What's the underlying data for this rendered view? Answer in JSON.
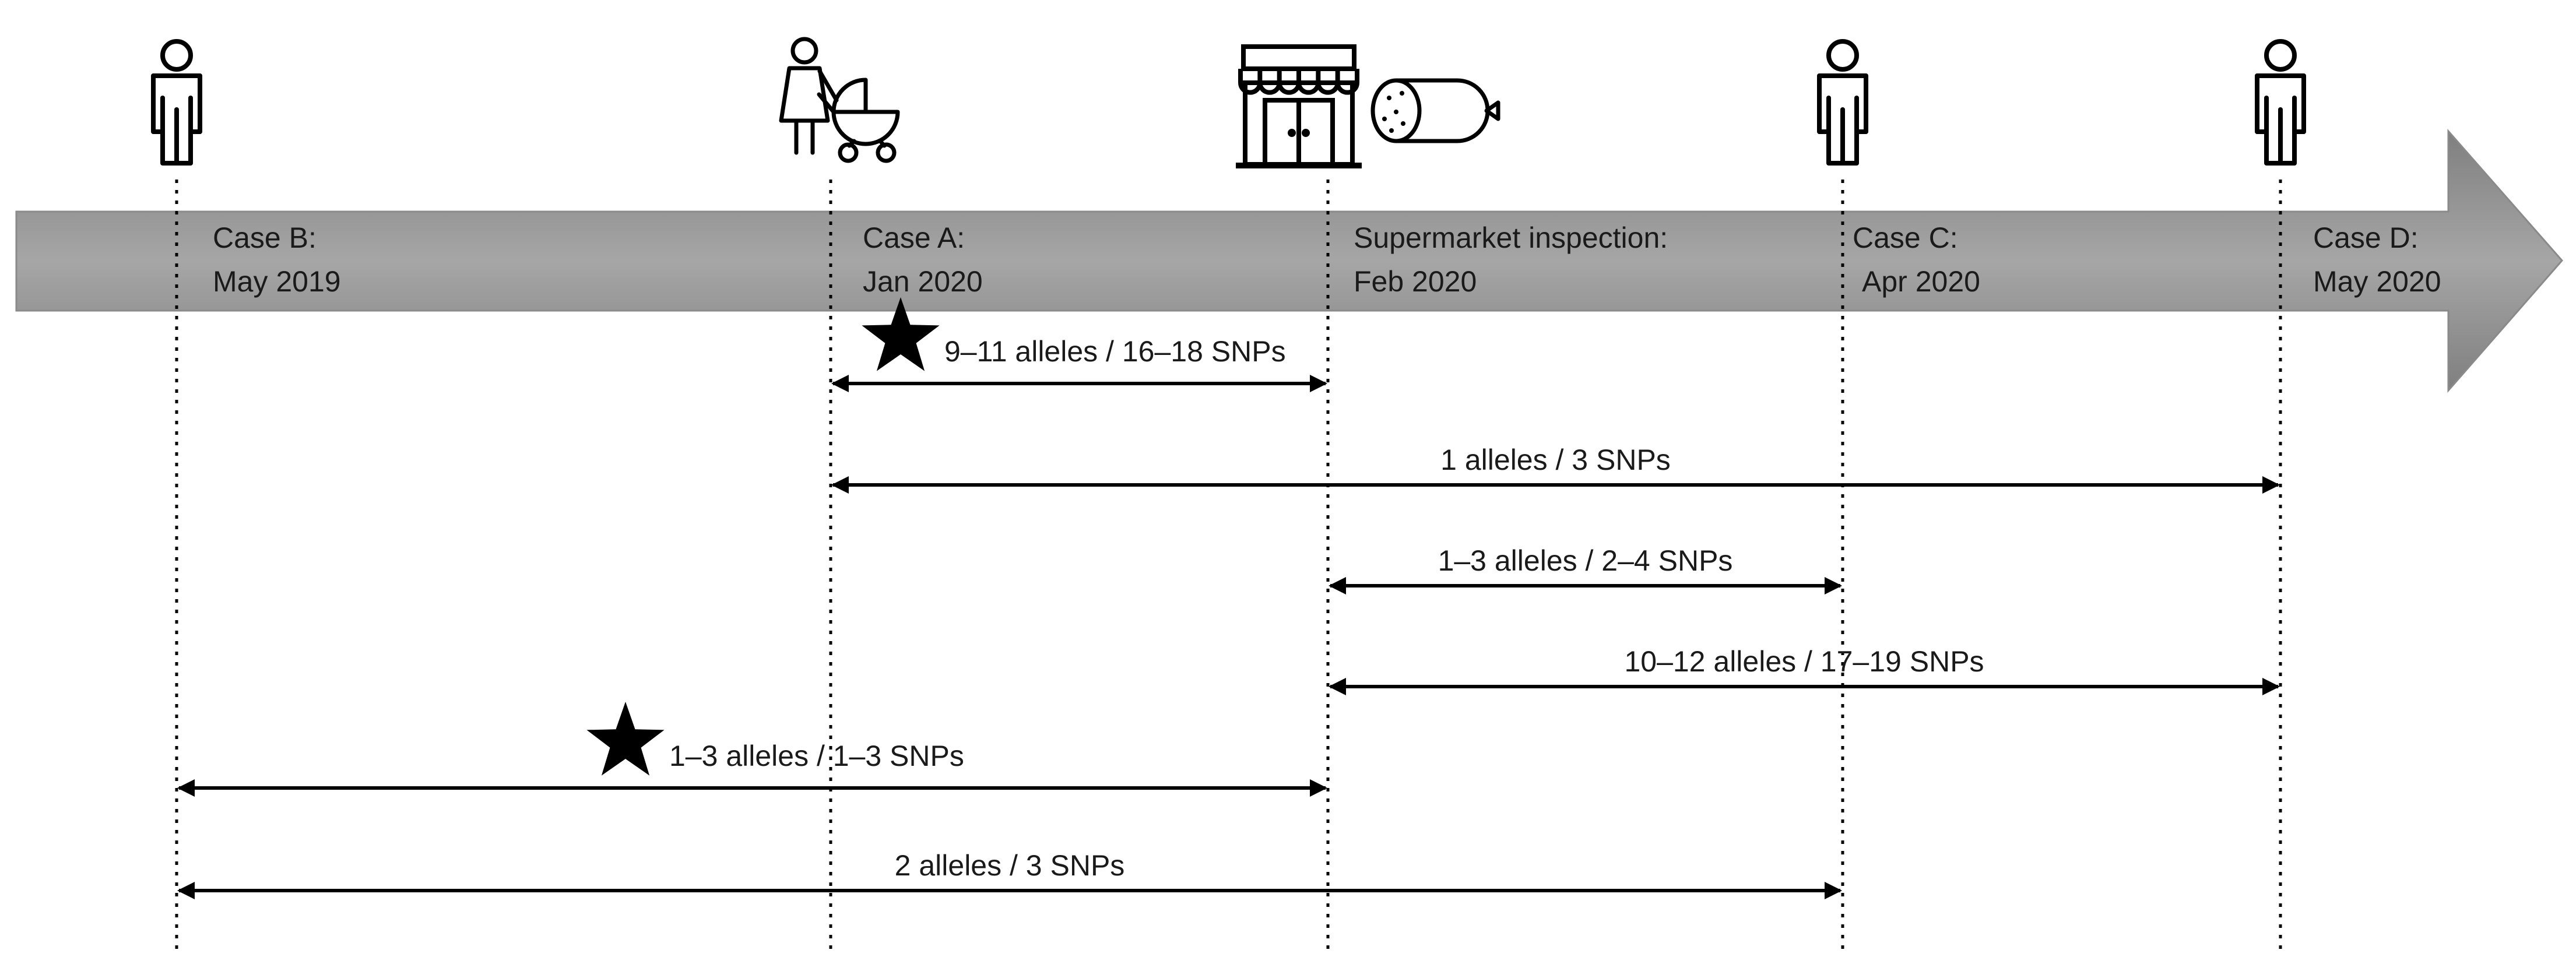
{
  "events": [
    {
      "id": "case-b",
      "label": "Case B:",
      "date": "May 2019",
      "icon": "person-icon"
    },
    {
      "id": "case-a",
      "label": "Case A:",
      "date": "Jan 2020",
      "icon": "mother-with-stroller-icon"
    },
    {
      "id": "supermarket",
      "label": "Supermarket inspection:",
      "date": "Feb 2020",
      "icon": "store-icon",
      "extra_icon": "sausage-icon"
    },
    {
      "id": "case-c",
      "label": "Case C:",
      "date": "Apr 2020",
      "icon": "person-icon"
    },
    {
      "id": "case-d",
      "label": "Case D:",
      "date": "May 2020",
      "icon": "person-icon"
    }
  ],
  "comparisons": [
    {
      "from": "case-a",
      "to": "supermarket",
      "label": "9–11 alleles / 16–18 SNPs",
      "star": true,
      "star_icon": "star-icon"
    },
    {
      "from": "case-a",
      "to": "case-d",
      "label": "1 alleles / 3 SNPs",
      "star": false
    },
    {
      "from": "supermarket",
      "to": "case-c",
      "label": "1–3 alleles / 2–4 SNPs",
      "star": false
    },
    {
      "from": "supermarket",
      "to": "case-d",
      "label": "10–12 alleles / 17–19 SNPs",
      "star": false
    },
    {
      "from": "case-b",
      "to": "supermarket",
      "label": "1–3 alleles / 1–3 SNPs",
      "star": true,
      "star_icon": "star-icon"
    },
    {
      "from": "case-b",
      "to": "case-c",
      "label": "2 alleles / 3 SNPs",
      "star": false
    }
  ],
  "colors": {
    "timeline_arrow_light": "#a6a6a6",
    "timeline_arrow_dark": "#7f7f7f",
    "line": "#000000",
    "text": "#1a1a1a"
  }
}
